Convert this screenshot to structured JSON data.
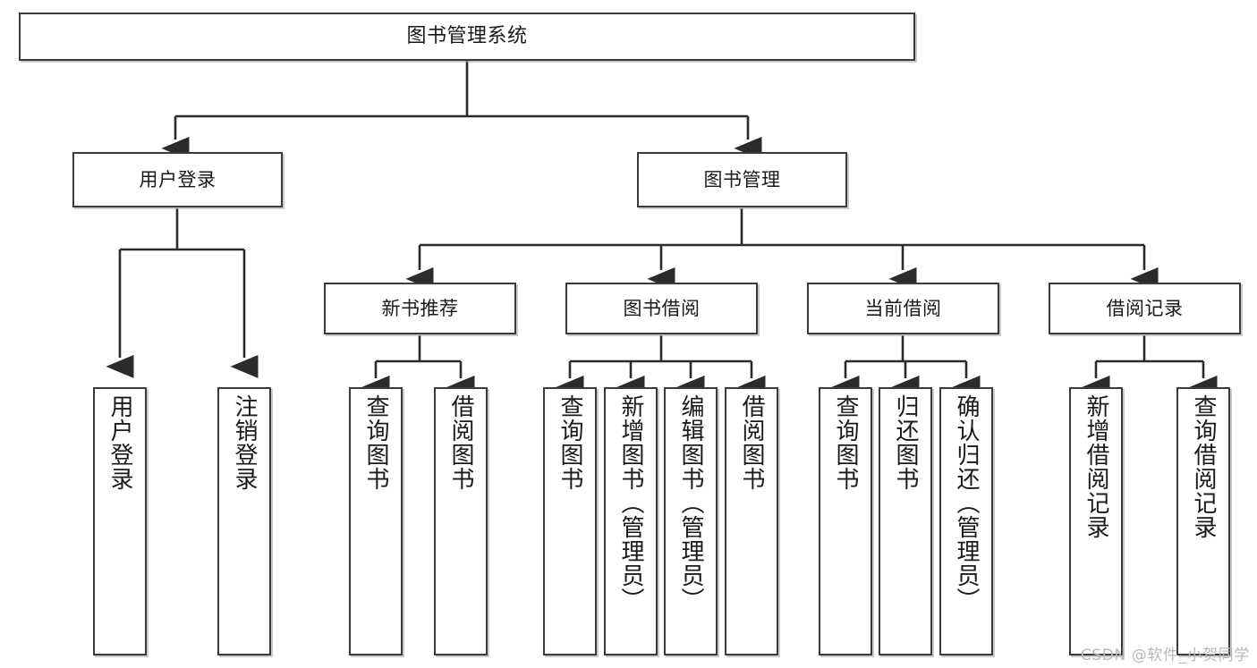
{
  "diagram": {
    "title": "图书管理系统",
    "type": "tree-hierarchy",
    "watermark": "CSDN @软件_小贺同学",
    "colors": {
      "box_border": "#3a3a3a",
      "box_fill": "#ffffff",
      "edge": "#2b2b2b",
      "text": "#1a1a1a",
      "watermark": "#b9b9b9"
    }
  },
  "nodes": {
    "root": {
      "label": "图书管理系统"
    },
    "level2": [
      {
        "id": "user-login",
        "label": "用户登录"
      },
      {
        "id": "book-manage",
        "label": "图书管理"
      }
    ],
    "level3": [
      {
        "id": "new-book-rec",
        "label": "新书推荐"
      },
      {
        "id": "book-borrow",
        "label": "图书借阅"
      },
      {
        "id": "current-borrow",
        "label": "当前借阅"
      },
      {
        "id": "borrow-record",
        "label": "借阅记录"
      }
    ],
    "leaves": {
      "user_login": [
        {
          "id": "leaf-user-login",
          "label": "用户登录"
        },
        {
          "id": "leaf-user-logout",
          "label": "注销登录"
        }
      ],
      "new_book_rec": [
        {
          "id": "leaf-query-book-1",
          "label": "查询图书"
        },
        {
          "id": "leaf-borrow-book-1",
          "label": "借阅图书"
        }
      ],
      "book_borrow": [
        {
          "id": "leaf-query-book-2",
          "label": "查询图书"
        },
        {
          "id": "leaf-add-book",
          "label": "新增图书（管理员）"
        },
        {
          "id": "leaf-edit-book",
          "label": "编辑图书（管理员）"
        },
        {
          "id": "leaf-borrow-book-2",
          "label": "借阅图书"
        }
      ],
      "current_borrow": [
        {
          "id": "leaf-query-book-3",
          "label": "查询图书"
        },
        {
          "id": "leaf-return-book",
          "label": "归还图书"
        },
        {
          "id": "leaf-confirm-return",
          "label": "确认归还（管理员）"
        }
      ],
      "borrow_record": [
        {
          "id": "leaf-add-record",
          "label": "新增借阅记录"
        },
        {
          "id": "leaf-query-record",
          "label": "查询借阅记录"
        }
      ]
    }
  }
}
